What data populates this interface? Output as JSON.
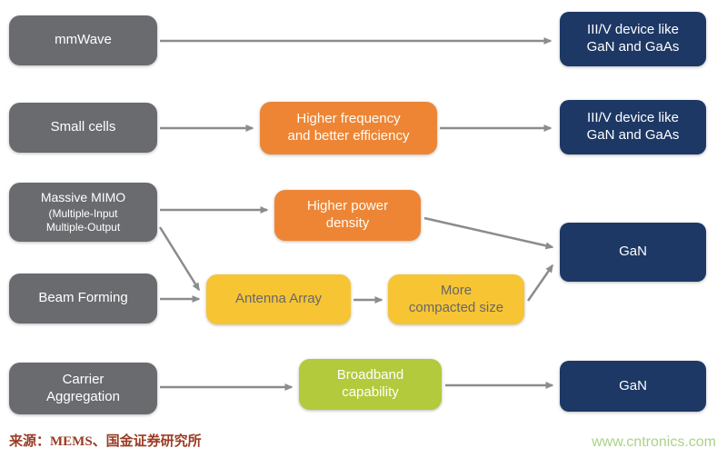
{
  "diagram": {
    "left": [
      {
        "label": "mmWave"
      },
      {
        "label": "Small cells"
      },
      {
        "label": "Massive MIMO",
        "sublabel": "(Multiple-Input\nMultiple-Output"
      },
      {
        "label": "Beam Forming"
      },
      {
        "label": "Carrier\nAggregation"
      }
    ],
    "middle": [
      {
        "label": "Higher frequency\nand better efficiency"
      },
      {
        "label": "Higher power\ndensity"
      },
      {
        "label": "Antenna Array"
      },
      {
        "label": "More\ncompacted size"
      },
      {
        "label": "Broadband\ncapability"
      }
    ],
    "right": [
      {
        "label": "III/V device like\nGaN and GaAs"
      },
      {
        "label": "III/V device like\nGaN and GaAs"
      },
      {
        "label": "GaN"
      },
      {
        "label": "GaN"
      }
    ],
    "connections": [
      {
        "from": "mmWave",
        "to": "III/V device like GaN and GaAs (top)"
      },
      {
        "from": "Small cells",
        "to": "Higher frequency and better efficiency"
      },
      {
        "from": "Higher frequency and better efficiency",
        "to": "III/V device like GaN and GaAs (second)"
      },
      {
        "from": "Massive MIMO",
        "to": "Higher power density"
      },
      {
        "from": "Massive MIMO",
        "to": "Antenna Array"
      },
      {
        "from": "Beam Forming",
        "to": "Antenna Array"
      },
      {
        "from": "Antenna Array",
        "to": "More compacted size"
      },
      {
        "from": "Higher power density",
        "to": "GaN (upper)"
      },
      {
        "from": "More compacted size",
        "to": "GaN (upper)"
      },
      {
        "from": "Carrier Aggregation",
        "to": "Broadband capability"
      },
      {
        "from": "Broadband capability",
        "to": "GaN (lower)"
      }
    ]
  },
  "colors": {
    "gray_box": "#6a6b6e",
    "orange_box": "#ee8535",
    "yellow_box": "#f7c433",
    "green_box": "#b2ca3b",
    "navy_box": "#1d3865",
    "arrow": "#8a8c8f",
    "source_text": "#9a3b25",
    "site_text": "#abd287"
  },
  "footer": {
    "source": "来源：MEMS、国金证券研究所",
    "site": "www.cntronics.com"
  }
}
